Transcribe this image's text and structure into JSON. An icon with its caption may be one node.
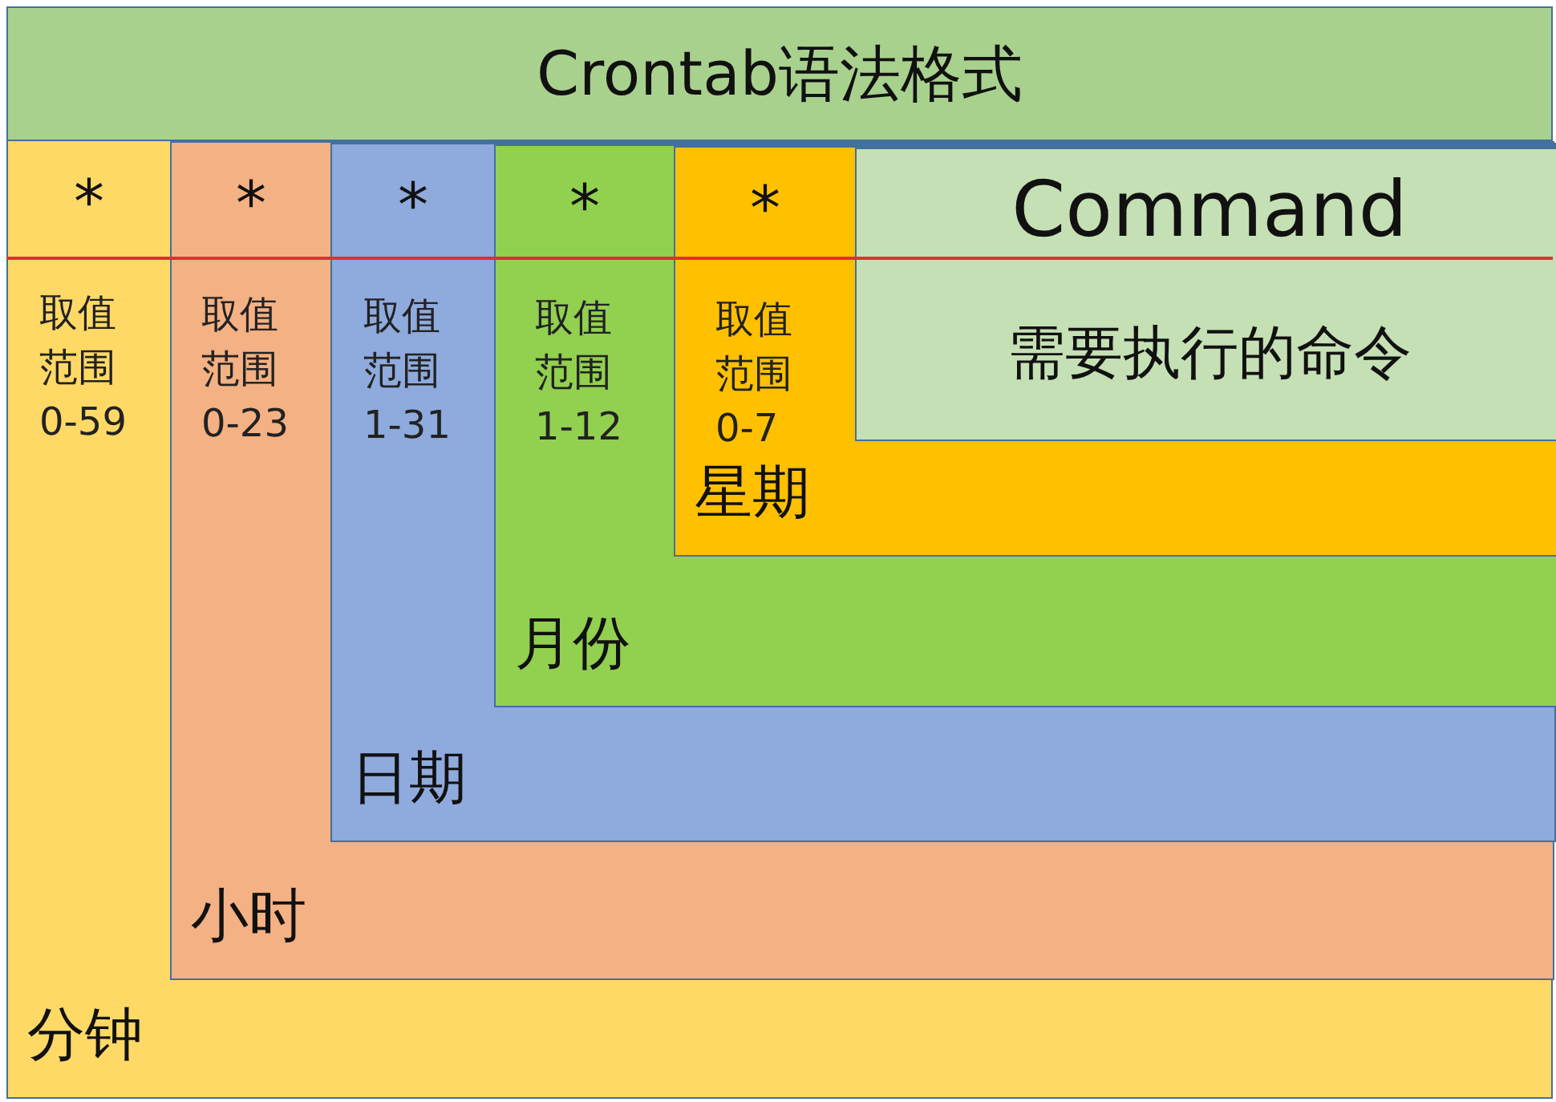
{
  "diagram": {
    "title": "Crontab语法格式",
    "nodes": [
      {
        "text": [
          "*",
          "取值范围0-59",
          "分钟"
        ]
      },
      {
        "text": [
          "*",
          "取值范围0-23",
          "小时"
        ],
        "in": 0
      },
      {
        "text": [
          "*",
          "取值范围1-31",
          "日期"
        ],
        "in": 1
      },
      {
        "text": [
          "*",
          "取值范围1-12",
          "月份"
        ],
        "in": 2
      },
      {
        "text": [
          "*",
          "取值范围0-7",
          "星期"
        ],
        "in": 3
      },
      {
        "text": [
          "Command",
          "需要执行的命令"
        ],
        "in": 4
      }
    ]
  }
}
